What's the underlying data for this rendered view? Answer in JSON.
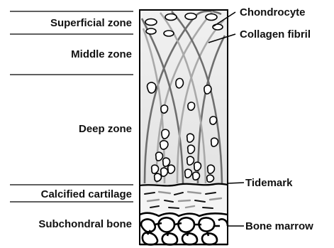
{
  "labels": {
    "left": {
      "superficial_zone": "Superficial zone",
      "middle_zone": "Middle zone",
      "deep_zone": "Deep zone",
      "calcified_cartilage": "Calcified cartilage",
      "subchondral_bone": "Subchondral bone"
    },
    "right": {
      "chondrocyte": "Chondrocyte",
      "collagen_fibril": "Collagen fibril",
      "tidemark": "Tidemark",
      "bone_marrow": "Bone marrow"
    }
  },
  "colors": {
    "cartilage_fill": "#e9e9e9",
    "calcified_fill": "#f4f4f4",
    "fiber_dark": "#6e6e6e",
    "fiber_light": "#a9a9a9",
    "outline": "#000000"
  }
}
